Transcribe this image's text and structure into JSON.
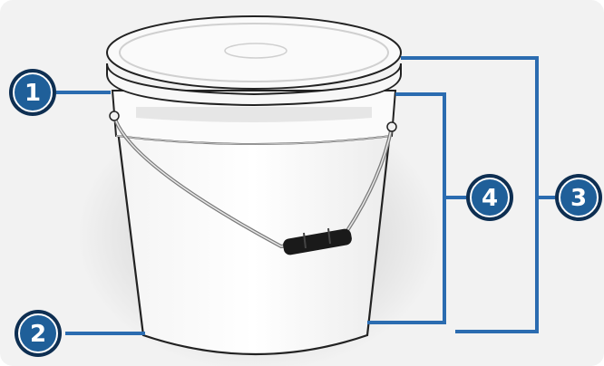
{
  "callouts": [
    {
      "number": "1",
      "color": "#1f5f99"
    },
    {
      "number": "2",
      "color": "#1f5f99"
    },
    {
      "number": "3",
      "color": "#1f5f99"
    },
    {
      "number": "4",
      "color": "#1f5f99"
    }
  ],
  "colors": {
    "background": "#f2f2f2",
    "leader_line": "#2b6cb0",
    "badge_fill": "#1f5f99",
    "badge_ring": "#0e2f52",
    "bucket_body": "#ffffff",
    "bucket_outline": "#222222",
    "handle_grip": "#1a1a1a"
  }
}
